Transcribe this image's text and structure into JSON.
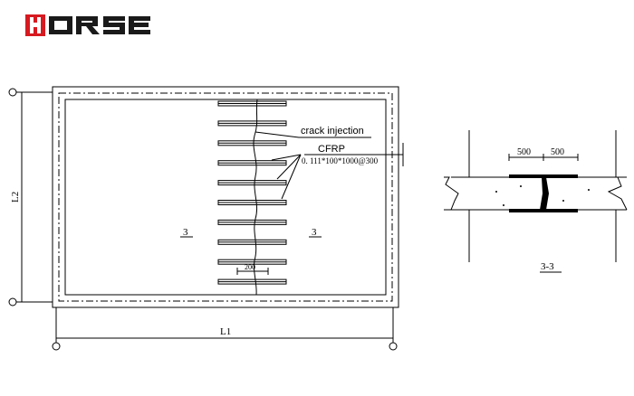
{
  "brand": {
    "logo_text": "HORSE",
    "logo_color": "#d71920",
    "logo_dark": "#1a1a1a"
  },
  "plan": {
    "dim_x": "L1",
    "dim_y": "L2",
    "section_mark_left": "3",
    "section_mark_right": "3",
    "strip_spacing": "200",
    "strip_count": 10,
    "annotations": {
      "crack_label": "crack injection",
      "cfrp_label": "CFRP",
      "cfrp_spec": "0. 111*100*1000@300"
    }
  },
  "section": {
    "title": "3-3",
    "dim_left": "500",
    "dim_right": "500"
  },
  "colors": {
    "line": "#000000",
    "background": "#ffffff"
  }
}
